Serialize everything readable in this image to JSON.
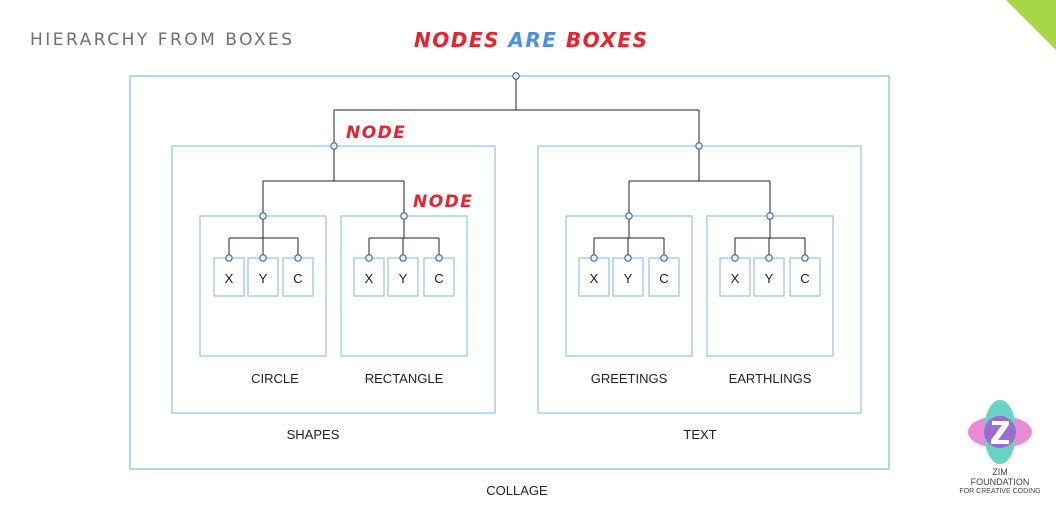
{
  "header": {
    "page_title": "HIERARCHY FROM BOXES",
    "headline_part1": "NODES ",
    "headline_part2": "ARE",
    "headline_part3": " BOXES"
  },
  "diagram": {
    "node_tag_1": "NODE",
    "node_tag_2": "NODE",
    "root_label": "COLLAGE",
    "groups": [
      {
        "label": "SHAPES",
        "children": [
          {
            "label": "CIRCLE",
            "leaves": [
              "X",
              "Y",
              "C"
            ]
          },
          {
            "label": "RECTANGLE",
            "leaves": [
              "X",
              "Y",
              "C"
            ]
          }
        ]
      },
      {
        "label": "TEXT",
        "children": [
          {
            "label": "GREETINGS",
            "leaves": [
              "X",
              "Y",
              "C"
            ]
          },
          {
            "label": "EARTHLINGS",
            "leaves": [
              "X",
              "Y",
              "C"
            ]
          }
        ]
      }
    ]
  },
  "logo": {
    "name": "ZIM",
    "line2": "FOUNDATION",
    "line3": "FOR CREATIVE CODING"
  },
  "colors": {
    "box_stroke": "#9cc7e6",
    "connector": "#222222",
    "accent_red": "#e8232e",
    "accent_blue": "#4a90e2",
    "corner_green": "#a6d64a"
  }
}
